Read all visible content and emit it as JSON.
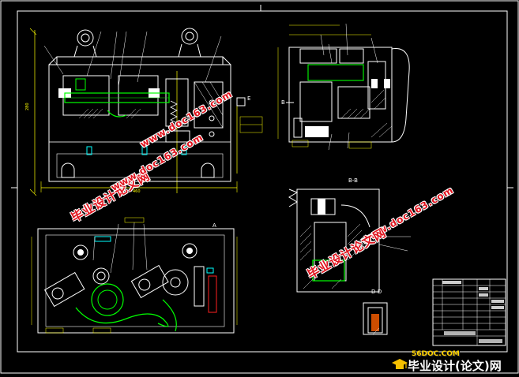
{
  "watermark": {
    "cn_text": "毕业设计论文网",
    "url_text": "www.doc163.com"
  },
  "logo": {
    "site": "56DOC.COM",
    "brand": "毕业设计(论文)网"
  },
  "sections": {
    "section_bb": "B-B",
    "section_dd": "D-D",
    "marker_a": "A",
    "marker_b": "B",
    "marker_e": "E"
  }
}
